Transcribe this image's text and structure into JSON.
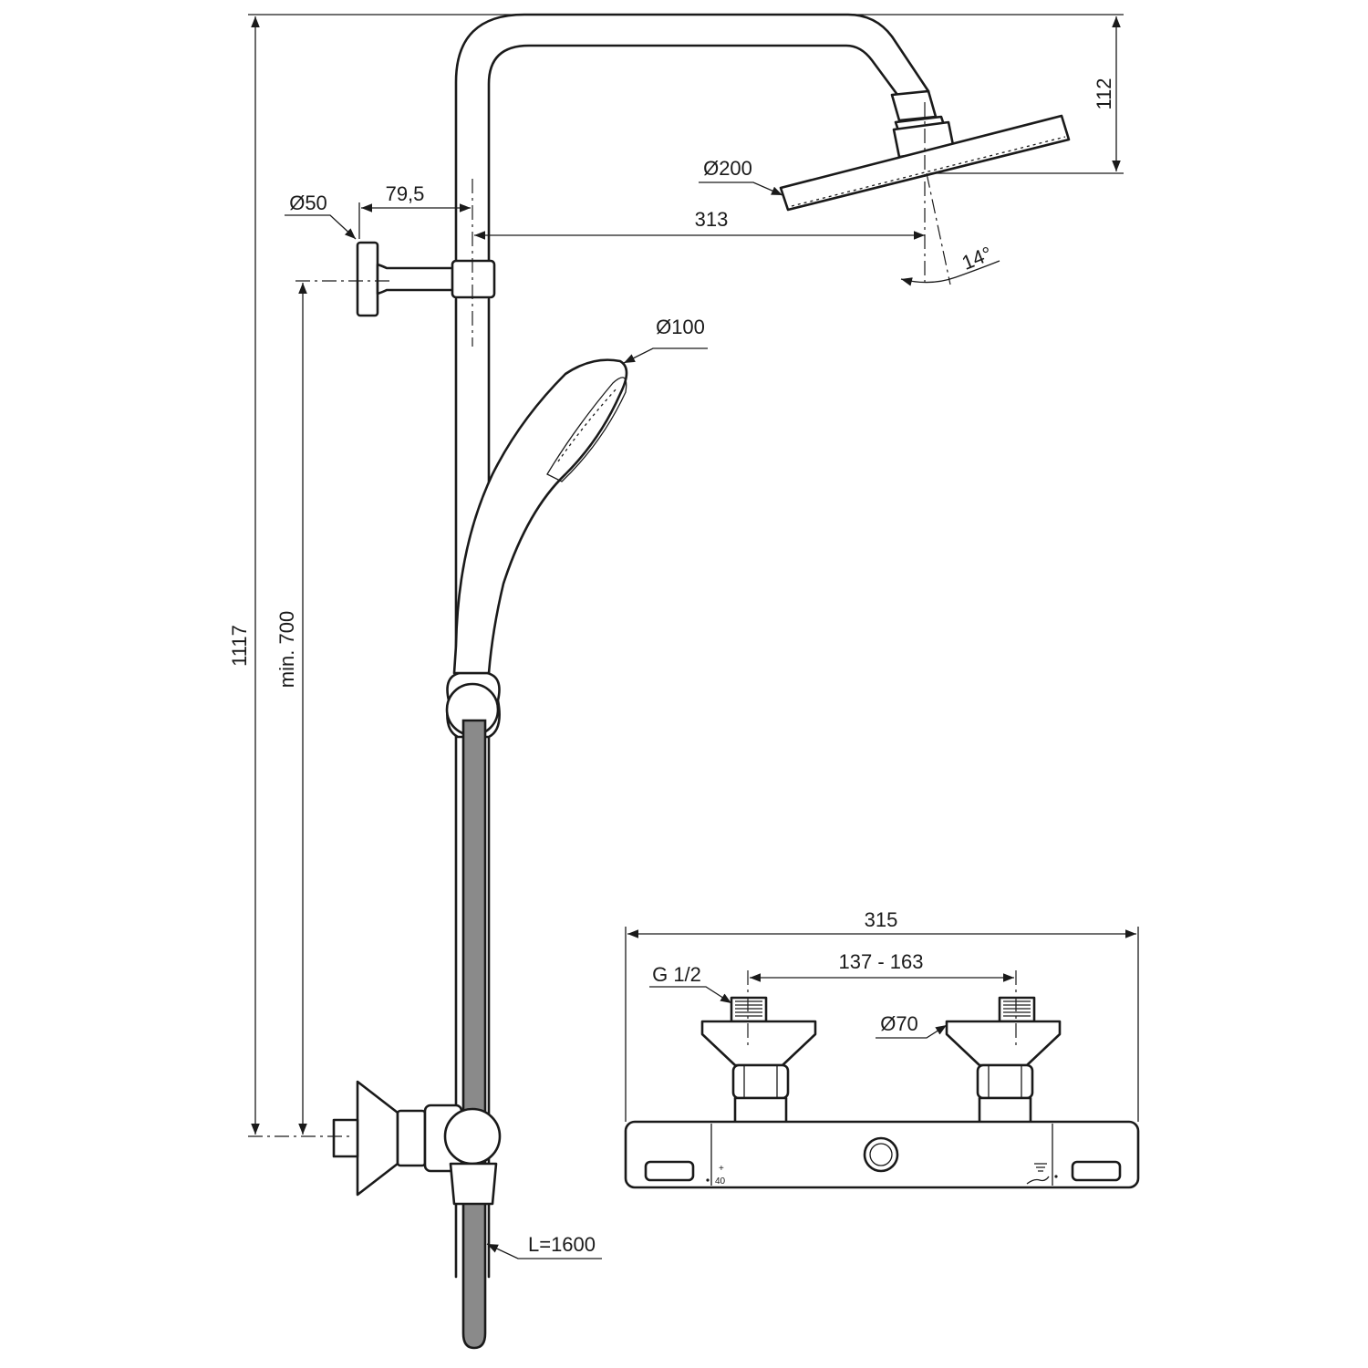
{
  "dimensions": {
    "total_height": "1117",
    "min_height": "min. 700",
    "arm_height": "112",
    "arm_reach": "313",
    "wall_offset": "79,5",
    "wall_flange_diameter": "Ø50",
    "head_shower_diameter": "Ø200",
    "head_tilt": "14°",
    "hand_shower_diameter": "Ø100",
    "hose_length": "L=1600",
    "mixer_width": "315",
    "inlet_spacing": "137 - 163",
    "thread": "G 1/2",
    "escutcheon_diameter": "Ø70"
  },
  "mixer_markings": {
    "temperature": "40",
    "plus_sign": "+"
  }
}
